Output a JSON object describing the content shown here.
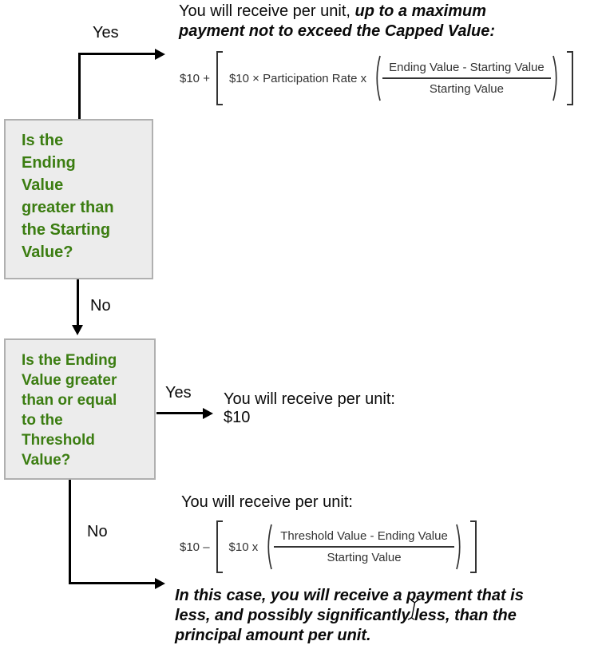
{
  "colors": {
    "green": "#3b7d11",
    "box-bg": "#ececec",
    "box-border": "#b0b0b0",
    "line": "#000000",
    "formula-ink": "#333333"
  },
  "boxes": {
    "box1": {
      "question": "Is the\nEnding\nValue\ngreater than\nthe Starting\nValue?"
    },
    "box2": {
      "question": "Is the Ending\nValue greater\nthan or equal\nto the\nThreshold\nValue?"
    }
  },
  "labels": {
    "yes1": "Yes",
    "no1": "No",
    "yes2": "Yes",
    "no2": "No"
  },
  "outcomes": {
    "capped": {
      "intro": "You will receive per unit, ",
      "emphasis": "up to a maximum\npayment not to exceed the Capped Value:"
    },
    "par": {
      "text": "You will receive per unit:\n$10"
    },
    "loss": {
      "heading": "You will receive per unit:",
      "warning": "In this case, you will receive a payment that is\nless, and possibly significantly less, than the\nprincipal amount per unit."
    }
  },
  "formulas": {
    "capped": {
      "prefix": "$10 +",
      "inner": "$10 × Participation Rate x",
      "numerator": "Ending Value - Starting Value",
      "denominator": "Starting Value"
    },
    "loss": {
      "prefix": "$10 –",
      "inner": "$10 x",
      "numerator": "Threshold Value - Ending Value",
      "denominator": "Starting Value"
    }
  },
  "icons": {
    "arrowhead": "triangle-arrowhead",
    "cursor": "text-ibeam-cursor"
  }
}
